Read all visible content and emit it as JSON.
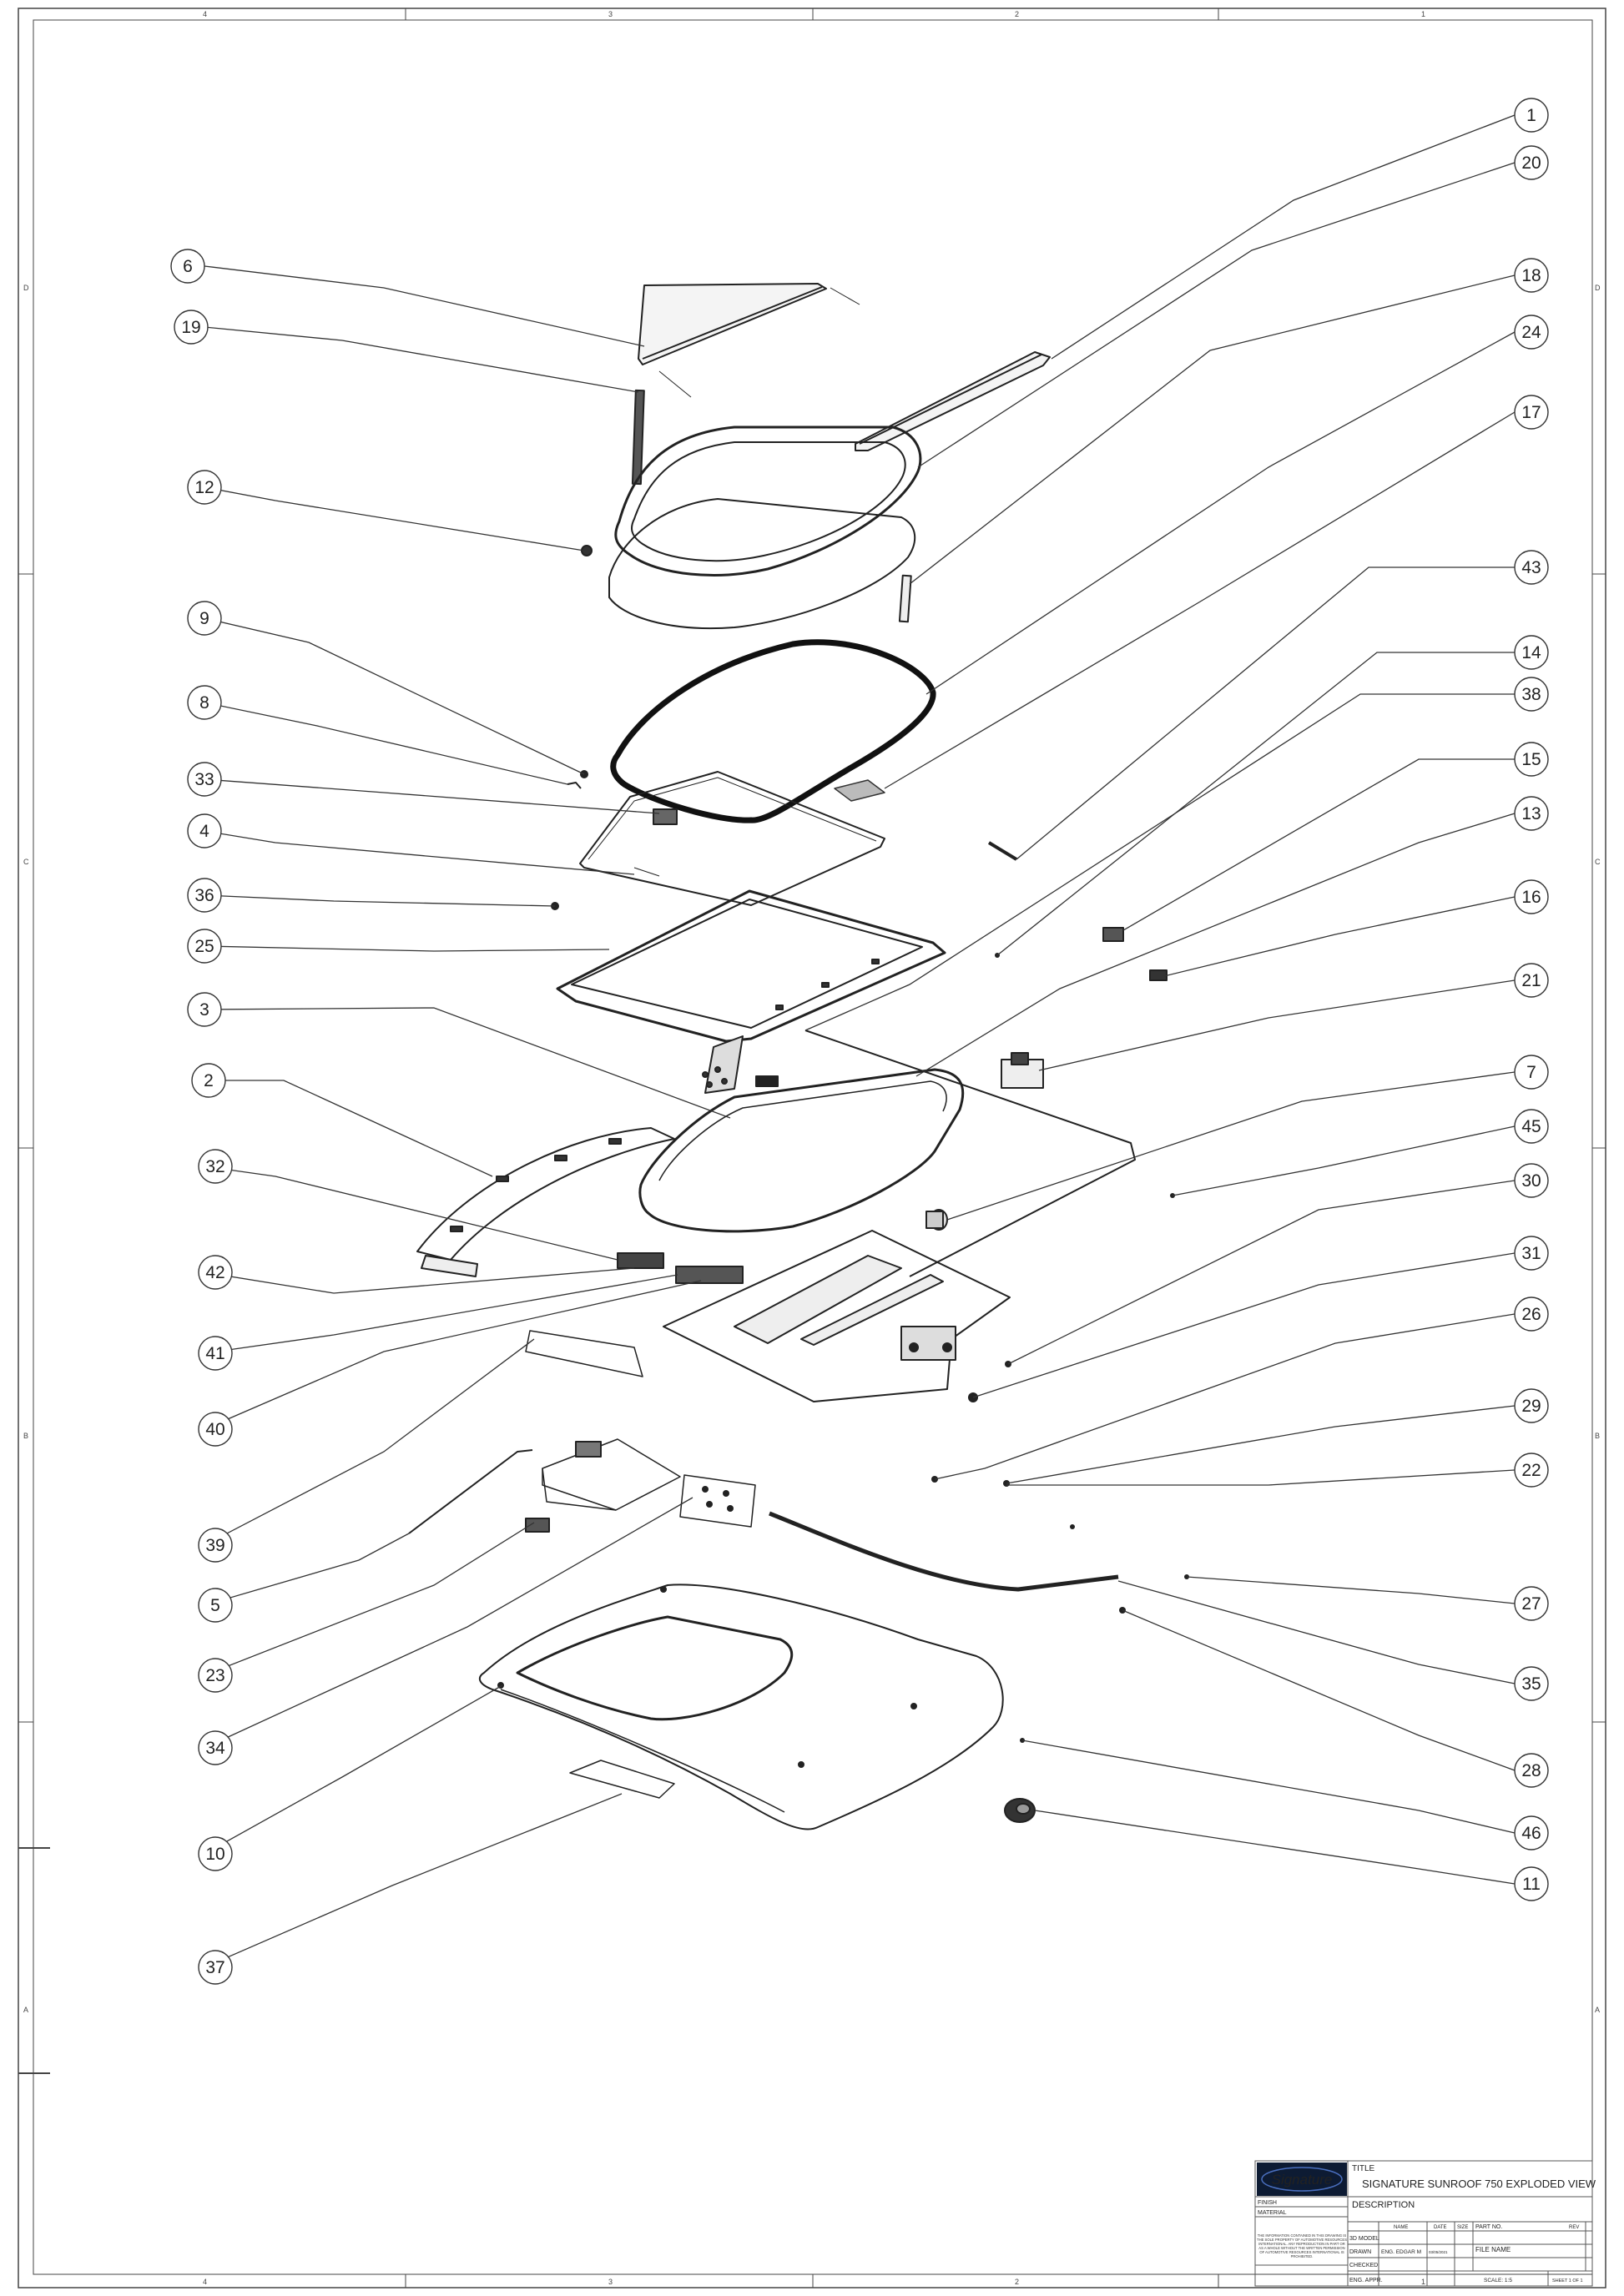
{
  "drawing": {
    "zones": {
      "columns": [
        "4",
        "3",
        "2",
        "1"
      ],
      "rows": [
        "D",
        "C",
        "B",
        "A"
      ]
    },
    "callouts": [
      {
        "number": "1"
      },
      {
        "number": "20"
      },
      {
        "number": "18"
      },
      {
        "number": "24"
      },
      {
        "number": "17"
      },
      {
        "number": "43"
      },
      {
        "number": "14"
      },
      {
        "number": "38"
      },
      {
        "number": "15"
      },
      {
        "number": "13"
      },
      {
        "number": "16"
      },
      {
        "number": "21"
      },
      {
        "number": "7"
      },
      {
        "number": "45"
      },
      {
        "number": "30"
      },
      {
        "number": "31"
      },
      {
        "number": "26"
      },
      {
        "number": "29"
      },
      {
        "number": "22"
      },
      {
        "number": "27"
      },
      {
        "number": "35"
      },
      {
        "number": "28"
      },
      {
        "number": "46"
      },
      {
        "number": "11"
      },
      {
        "number": "6"
      },
      {
        "number": "19"
      },
      {
        "number": "12"
      },
      {
        "number": "9"
      },
      {
        "number": "8"
      },
      {
        "number": "33"
      },
      {
        "number": "4"
      },
      {
        "number": "36"
      },
      {
        "number": "25"
      },
      {
        "number": "3"
      },
      {
        "number": "2"
      },
      {
        "number": "32"
      },
      {
        "number": "42"
      },
      {
        "number": "41"
      },
      {
        "number": "40"
      },
      {
        "number": "39"
      },
      {
        "number": "5"
      },
      {
        "number": "23"
      },
      {
        "number": "34"
      },
      {
        "number": "10"
      },
      {
        "number": "37"
      }
    ]
  },
  "title_block": {
    "logo_text": "Signature",
    "title_label": "TITLE",
    "title": "SIGNATURE SUNROOF 750 EXPLODED VIEW",
    "finish_label": "FINISH",
    "material_label": "MATERIAL",
    "description_label": "DESCRIPTION",
    "disclaimer": "THE INFORMATION CONTAINED IN THIS DRAWING IS THE SOLE PROPERTY OF AUTOMOTIVE RESOURCES INTERNATIONAL. ANY REPRODUCTION IN PART OR AS A WHOLE WITHOUT THE WRITTEN PERMISSION OF AUTOMOTIVE RESOURCES INTERNATIONAL IS PROHIBITED.",
    "col_name": "NAME",
    "col_date": "DATE",
    "col_size": "SIZE",
    "col_part_no": "PART NO.",
    "col_rev": "REV",
    "row_3d_model": "3D MODEL",
    "row_drawn": "DRAWN",
    "drawn_name": "ENG. EDGAR M",
    "drawn_date": "03/05/2021",
    "row_checked": "CHECKED",
    "row_eng_appr": "ENG. APPR.",
    "file_name_label": "FILE NAME",
    "scale": "SCALE: 1:5",
    "sheet": "SHEET 1 OF 1"
  }
}
